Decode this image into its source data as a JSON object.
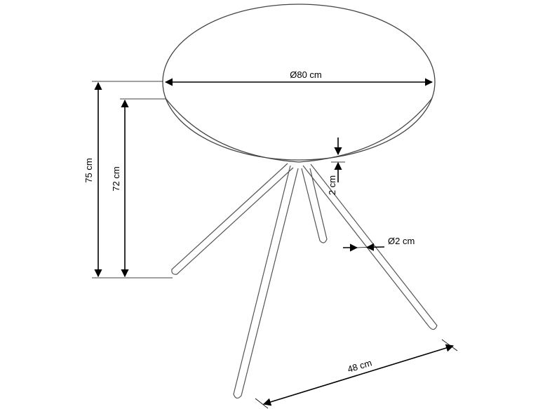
{
  "dimensions": {
    "top_diameter": "Ø80 cm",
    "total_height": "75 cm",
    "leg_height": "72 cm",
    "top_thickness": "2 cm",
    "leg_diameter": "Ø2 cm",
    "leg_spread": "48 cm"
  }
}
